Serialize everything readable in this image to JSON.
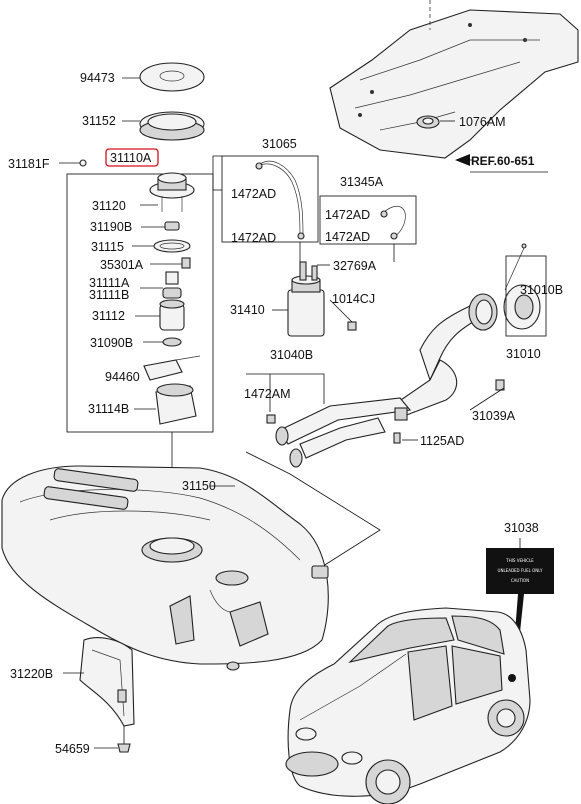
{
  "reference": "REF.60-651",
  "highlighted_part": "31110A",
  "decal_text": [
    "THIS VEHICLE",
    "UNLEADED FUEL ONLY",
    "CAUTION"
  ],
  "labels": {
    "p94473": "94473",
    "p31152": "31152",
    "p31181F": "31181F",
    "p31110A": "31110A",
    "p31120": "31120",
    "p31190B": "31190B",
    "p31115": "31115",
    "p35301A": "35301A",
    "p31111A": "31111A",
    "p31111B": "31111B",
    "p31112": "31112",
    "p31090B": "31090B",
    "p94460": "94460",
    "p31114B": "31114B",
    "p31065": "31065",
    "p1472AD_a": "1472AD",
    "p1472AD_b": "1472AD",
    "p31345A": "31345A",
    "p1472AD_c": "1472AD",
    "p1472AD_d": "1472AD",
    "p32769A": "32769A",
    "p31410": "31410",
    "p1014CJ": "1014CJ",
    "p31010B": "31010B",
    "p31010": "31010",
    "p1076AM": "1076AM",
    "p31040B": "31040B",
    "p1472AM": "1472AM",
    "p31039A": "31039A",
    "p1125AD": "1125AD",
    "p31150": "31150",
    "p31038": "31038",
    "p31220B": "31220B",
    "p54659": "54659"
  }
}
